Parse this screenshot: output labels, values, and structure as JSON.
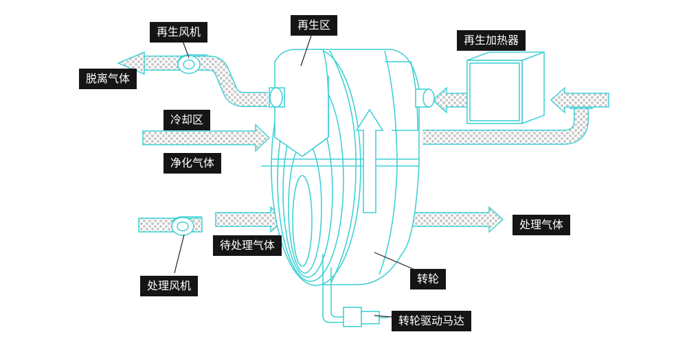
{
  "colors": {
    "outline": "#3fd0d6",
    "pipe_dot": "#c9c9c9",
    "label_bg": "#151515",
    "label_text": "#ffffff"
  },
  "labels": {
    "regen_fan": "再生风机",
    "regen_zone": "再生区",
    "regen_heater": "再生加热器",
    "desorb_gas": "脱离气体",
    "cooling_zone": "冷却区",
    "clean_gas": "净化气体",
    "to_process_gas": "待处理气体",
    "processed_gas": "处理气体",
    "process_fan": "处理风机",
    "rotor": "转轮",
    "rotor_motor": "转轮驱动马达"
  }
}
